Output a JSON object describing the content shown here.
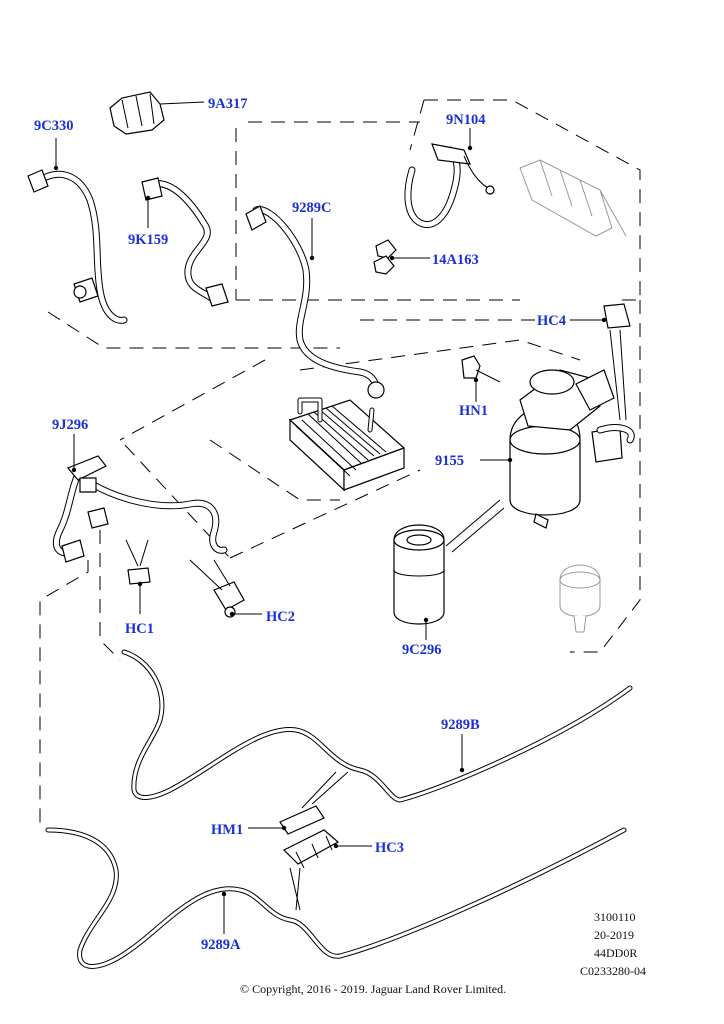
{
  "diagram": {
    "callouts": {
      "p9A317": "9A317",
      "p9C330": "9C330",
      "p9N104": "9N104",
      "p9K159": "9K159",
      "p9289C": "9289C",
      "p14A163": "14A163",
      "pHC4": "HC4",
      "pHN1": "HN1",
      "p9J296": "9J296",
      "p9155": "9155",
      "pHC1": "HC1",
      "pHC2": "HC2",
      "p9C296": "9C296",
      "p9289B": "9289B",
      "pHM1": "HM1",
      "pHC3": "HC3",
      "p9289A": "9289A"
    },
    "reference": {
      "line1": "3100110",
      "line2": "20-2019",
      "line3": "44DD0R",
      "line4": "C0233280-04"
    },
    "copyright": "© Copyright, 2016 - 2019. Jaguar Land Rover Limited."
  }
}
